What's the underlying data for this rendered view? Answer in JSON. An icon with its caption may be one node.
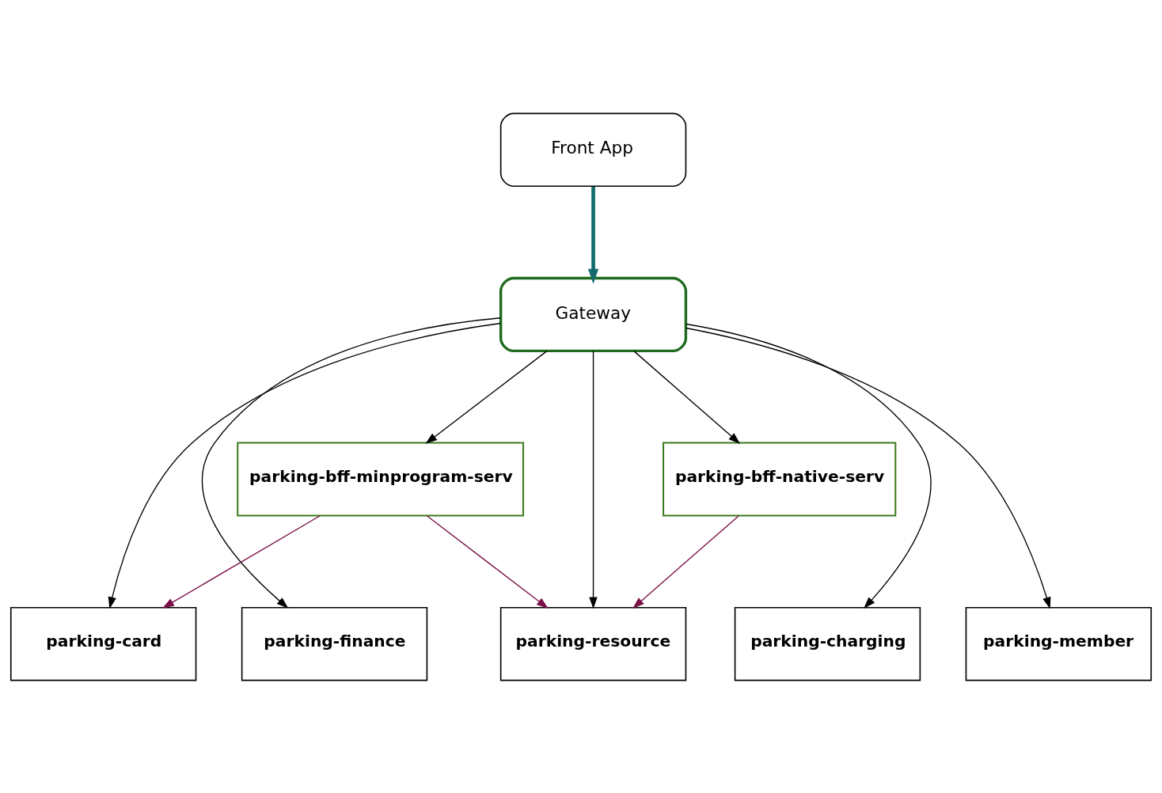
{
  "diagram": {
    "nodes": [
      {
        "text": [
          "Front App"
        ]
      },
      {
        "text": [
          "Gateway"
        ]
      },
      {
        "text": [
          "parking-bff-minprogram-serv"
        ]
      },
      {
        "text": [
          "parking-bff-native-serv"
        ]
      },
      {
        "text": [
          "parking-card"
        ]
      },
      {
        "text": [
          "parking-finance"
        ]
      },
      {
        "text": [
          "parking-resource"
        ]
      },
      {
        "text": [
          "parking-charging"
        ]
      },
      {
        "text": [
          "parking-member"
        ]
      }
    ],
    "edges": [
      {
        "from": 0,
        "to": 1,
        "arrow": "to",
        "style": "thick",
        "color": "#146b6b"
      },
      {
        "from": 1,
        "to": 4,
        "arrow": "to"
      },
      {
        "from": 1,
        "to": 2,
        "arrow": "to"
      },
      {
        "from": 1,
        "to": 5,
        "arrow": "to"
      },
      {
        "from": 1,
        "to": 6,
        "arrow": "to"
      },
      {
        "from": 1,
        "to": 7,
        "arrow": "to"
      },
      {
        "from": 1,
        "to": 3,
        "arrow": "to"
      },
      {
        "from": 1,
        "to": 8,
        "arrow": "to"
      },
      {
        "from": 2,
        "to": 4,
        "arrow": "to",
        "color": "#7a1048"
      },
      {
        "from": 2,
        "to": 6,
        "arrow": "to",
        "color": "#7a1048"
      },
      {
        "from": 3,
        "to": 6,
        "arrow": "to",
        "color": "#7a1048"
      }
    ]
  }
}
